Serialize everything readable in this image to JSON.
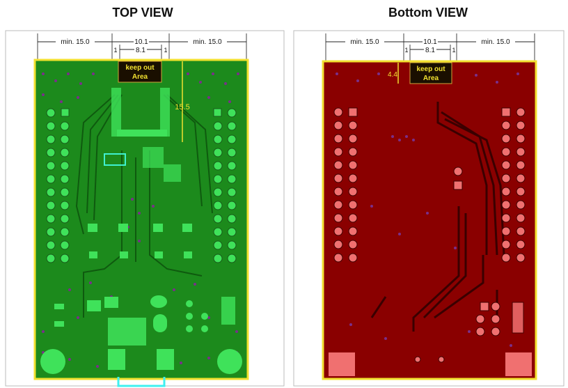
{
  "top_view": {
    "title": "TOP VIEW",
    "dim_left": "min. 15.0",
    "dim_center": "10.1",
    "dim_inner": "8.1",
    "dim_edge_left": "1",
    "dim_edge_right": "1",
    "dim_right": "min. 15.0",
    "keepout_line1": "keep out",
    "keepout_line2": "Area",
    "height_dim": "15.5",
    "colors": {
      "board": "#1c8a1c",
      "copper": "#29c629",
      "outline": "#f2e130",
      "vias": "#7a2f8a",
      "pads": "#3fe25a",
      "keepout_fill": "#1a0f00",
      "keepout_text": "#f2e130"
    }
  },
  "bottom_view": {
    "title": "Bottom VIEW",
    "dim_left": "min. 15.0",
    "dim_center": "10.1",
    "dim_inner": "8.1",
    "dim_edge_left": "1",
    "dim_edge_right": "1",
    "dim_right": "min. 15.0",
    "keepout_line1": "keep out",
    "keepout_line2": "Area",
    "height_dim": "4.4",
    "colors": {
      "board": "#8a0000",
      "traces": "#3a0000",
      "outline": "#f2e130",
      "vias": "#7a2f8a",
      "pads": "#f07070",
      "keepout_fill": "#1a0f00",
      "keepout_text": "#f2e130"
    }
  }
}
